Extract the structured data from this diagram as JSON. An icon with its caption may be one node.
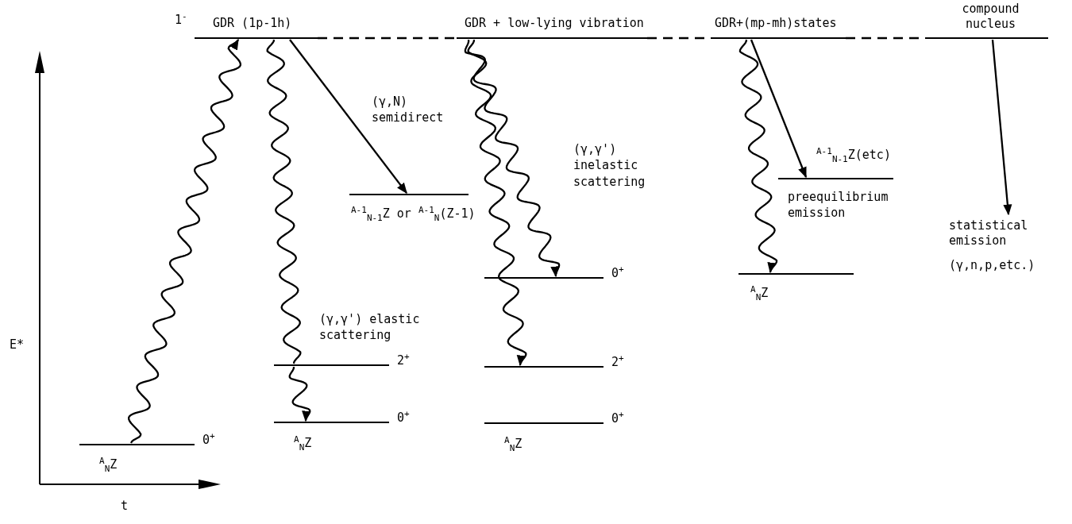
{
  "diagram": {
    "nodes": [
      {
        "text": [
          "GDR (1p-1h)"
        ],
        "beside": [
          "1$^{-}$"
        ]
      },
      {
        "text": [
          "GDR + low-lying vibration"
        ]
      },
      {
        "text": [
          "GDR+(mp-mh)states"
        ]
      },
      {
        "text": [
          "compound nucleus"
        ]
      },
      {
        "text": [
          "$^{A}$$_{N}$Z"
        ],
        "beside": [
          "0$^{+}$"
        ]
      },
      {
        "text": [],
        "shape": "bar",
        "beside": [
          "2$^{+}$"
        ]
      },
      {
        "text": [
          "$^{A}$$_{N}$Z"
        ],
        "beside": [
          "0$^{+}$"
        ]
      },
      {
        "text": [
          "$^{A-1}$$_{N-1}$Z or $^{A-1}$$_{N}$(Z-1)"
        ]
      },
      {
        "text": [],
        "shape": "bar",
        "beside": [
          "0$^{+}$"
        ]
      },
      {
        "text": [],
        "shape": "bar",
        "beside": [
          "2$^{+}$"
        ]
      },
      {
        "text": [
          "$^{A}$$_{N}$Z"
        ],
        "beside": [
          "0$^{+}$"
        ]
      },
      {
        "text": [
          "$^{A-1}$$_{N-1}$Z(etc)"
        ]
      },
      {
        "text": [
          "$^{A}$$_{N}$Z"
        ]
      },
      {
        "text": [
          "statistical emission",
          "(γ,n,p,etc.)"
        ]
      }
    ],
    "edges": [
      {
        "from": 4,
        "to": 0,
        "arrow": "to"
      },
      {
        "from": 0,
        "to": 5,
        "arrow": "none",
        "label": "(γ,γ') elastic scattering"
      },
      {
        "from": 5,
        "to": 6,
        "arrow": "to"
      },
      {
        "from": 0,
        "to": 7,
        "arrow": "to",
        "label": "(γ,N) semidirect"
      },
      {
        "from": 1,
        "to": 8,
        "arrow": "to",
        "label": "(γ,γ') inelastic scattering"
      },
      {
        "from": 1,
        "to": 9,
        "arrow": "to"
      },
      {
        "from": 2,
        "to": 12,
        "arrow": "to",
        "label": "preequilibrium emission"
      },
      {
        "from": 2,
        "to": 11,
        "arrow": "to"
      },
      {
        "from": 3,
        "to": 13,
        "arrow": "to"
      },
      {
        "from": 0,
        "to": 1,
        "arrow": "none",
        "style": "dashed"
      },
      {
        "from": 1,
        "to": 2,
        "arrow": "none",
        "style": "dashed"
      },
      {
        "from": 2,
        "to": 3,
        "arrow": "none",
        "style": "dashed"
      }
    ],
    "labels": [
      "E*",
      "t"
    ]
  }
}
